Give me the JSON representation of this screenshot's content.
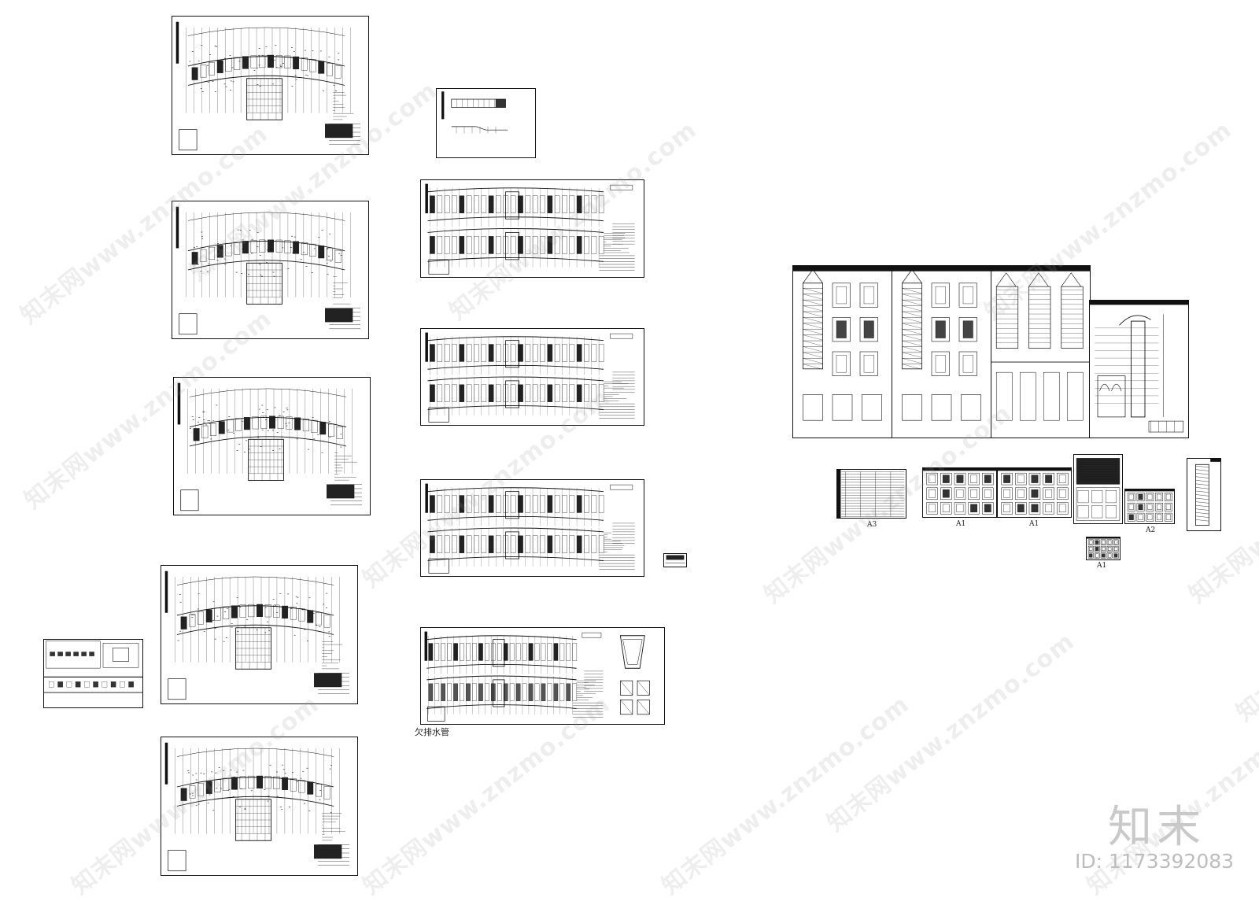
{
  "canvas_labels": {
    "note_drain": "欠排水管",
    "size_a3": "A3",
    "size_a1_first": "A1",
    "size_a1_second": "A1",
    "size_a2": "A2",
    "size_a1_third": "A1"
  },
  "watermark": {
    "text": "知末网www.znzmo.com",
    "brand": "知末",
    "id_label": "ID: 1173392083"
  },
  "colors": {
    "line": "#111111",
    "watermark": "#b5b5b5",
    "background": "#ffffff"
  }
}
